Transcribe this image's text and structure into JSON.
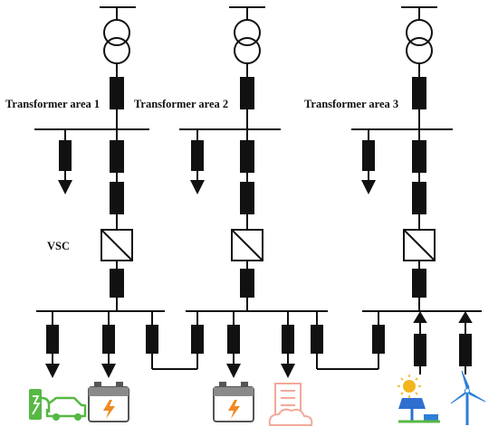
{
  "labels": {
    "area1": "Transformer area 1",
    "area2": "Transformer area 2",
    "area3": "Transformer area 3",
    "vsc": "VSC"
  },
  "colors": {
    "line": "#111111",
    "ev_green": "#57b843",
    "battery_grey": "#8a8a8a",
    "battery_orange": "#f08a24",
    "building_pink": "#f2a99a",
    "solar_blue": "#2f6fd0",
    "sun_yellow": "#f2b51c",
    "wind_blue": "#2d7fd6"
  },
  "icons": [
    "ev-charger-icon",
    "battery-icon",
    "battery-icon",
    "building-cloud-icon",
    "solar-panel-icon",
    "wind-turbine-icon"
  ]
}
